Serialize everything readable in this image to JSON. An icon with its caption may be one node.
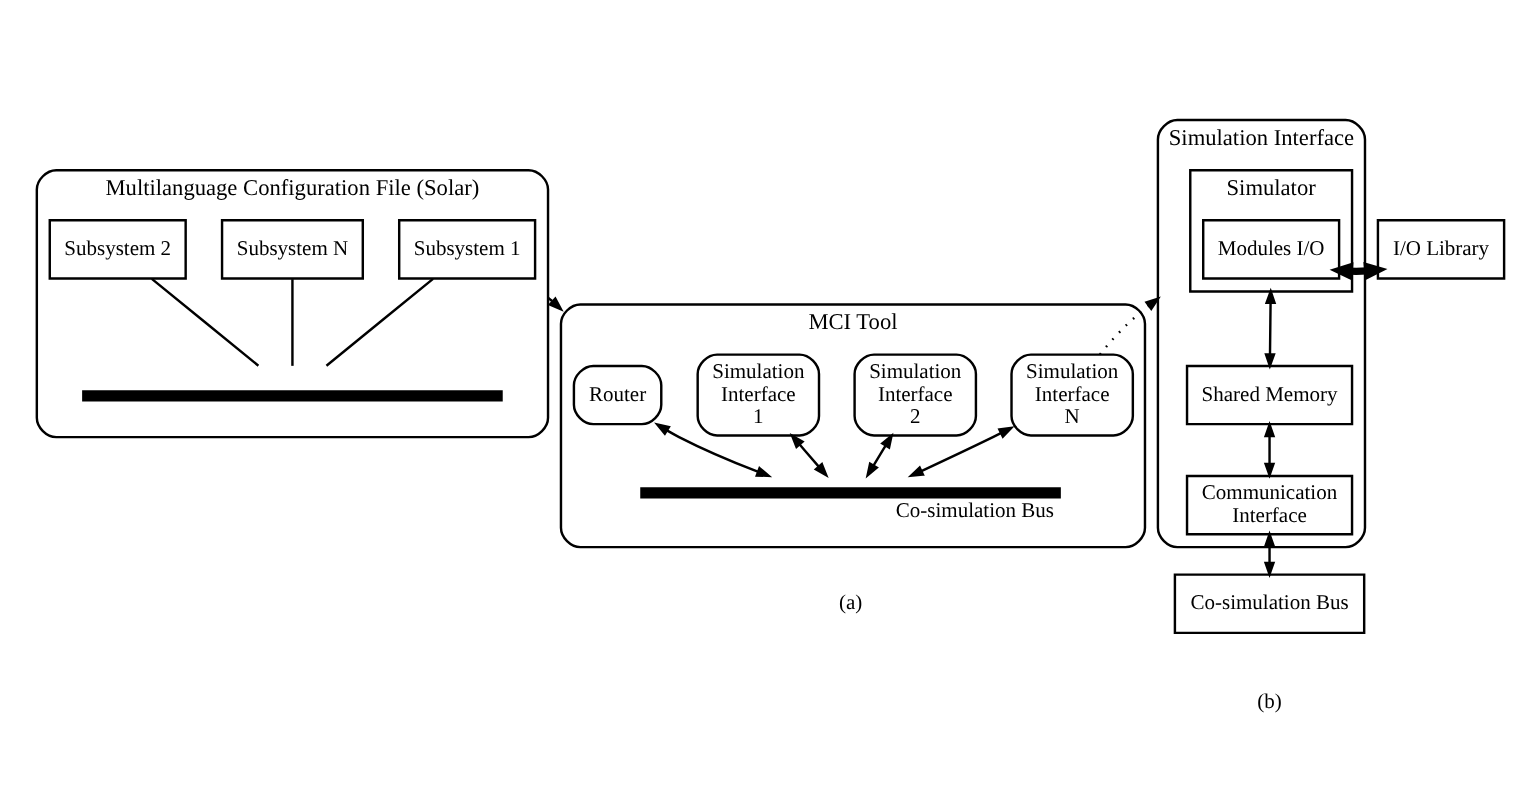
{
  "diagram": {
    "nodes": [
      {
        "text": [
          "Multilanguage Configuration File (Solar)"
        ]
      },
      {
        "text": [
          "Subsystem 1"
        ],
        "in": 0
      },
      {
        "text": [
          "Subsystem 2"
        ],
        "in": 0
      },
      {
        "text": [
          "Subsystem N"
        ],
        "in": 0
      },
      {
        "text": [],
        "shape": "bar",
        "in": 0
      },
      {
        "text": [
          "MCI Tool"
        ]
      },
      {
        "text": [
          "Router"
        ],
        "in": 5
      },
      {
        "text": [
          "Simulation Interface 1"
        ],
        "in": 5
      },
      {
        "text": [
          "Simulation Interface 2"
        ],
        "in": 5
      },
      {
        "text": [
          "Simulation Interface N"
        ],
        "in": 5
      },
      {
        "text": [],
        "shape": "bar",
        "in": 5,
        "beside": [
          "Co-simulation Bus"
        ]
      },
      {
        "text": [
          "Simulation Interface"
        ]
      },
      {
        "text": [
          "Simulator"
        ],
        "in": 11
      },
      {
        "text": [
          "Modules I/O"
        ],
        "in": 12
      },
      {
        "text": [
          "Shared Memory"
        ],
        "in": 11
      },
      {
        "text": [
          "Communication Interface"
        ],
        "in": 11
      },
      {
        "text": [
          "I/O Library"
        ]
      },
      {
        "text": [
          "Co-simulation Bus"
        ]
      }
    ],
    "edges": [
      {
        "from": 1,
        "to": 4,
        "arrow": "none"
      },
      {
        "from": 2,
        "to": 4,
        "arrow": "none"
      },
      {
        "from": 3,
        "to": 4,
        "arrow": "none"
      },
      {
        "from": 0,
        "to": 5,
        "arrow": "to"
      },
      {
        "from": 6,
        "to": 10,
        "arrow": "both"
      },
      {
        "from": 7,
        "to": 10,
        "arrow": "both"
      },
      {
        "from": 8,
        "to": 10,
        "arrow": "both"
      },
      {
        "from": 9,
        "to": 10,
        "arrow": "both"
      },
      {
        "from": 9,
        "to": 11,
        "arrow": "to",
        "style": "dashed"
      },
      {
        "from": 13,
        "to": 16,
        "arrow": "both",
        "style": "thick"
      },
      {
        "from": 12,
        "to": 14,
        "arrow": "both"
      },
      {
        "from": 14,
        "to": 15,
        "arrow": "both"
      },
      {
        "from": 15,
        "to": 17,
        "arrow": "both"
      }
    ],
    "labels": [
      "(a)",
      "(b)"
    ]
  }
}
